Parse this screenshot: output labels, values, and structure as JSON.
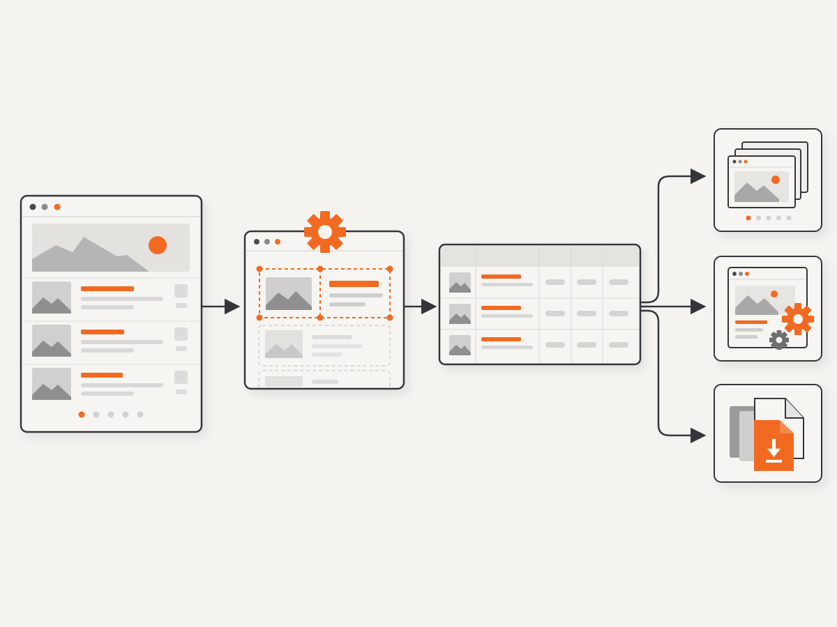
{
  "diagram": {
    "colors": {
      "background": "#f4f3f0",
      "panel": "#f6f5f2",
      "outline": "#34363a",
      "accent": "#f26a21",
      "accent_light": "#f58a4f",
      "gray_dark": "#8f8f8f",
      "gray_mid": "#b5b5b5",
      "gray_light": "#d9d9d9",
      "gray_faint": "#e6e5e2"
    },
    "stages": [
      {
        "name": "source-web-page",
        "icon": "webpage-list-icon"
      },
      {
        "name": "element-selection",
        "icon": "gear-icon"
      },
      {
        "name": "structured-table",
        "icon": "table-icon"
      }
    ],
    "outputs": [
      {
        "name": "image-gallery-output",
        "icon": "image-stack-icon"
      },
      {
        "name": "automation-output",
        "icon": "gear-icon"
      },
      {
        "name": "file-download-output",
        "icon": "download-icon"
      }
    ],
    "source_list_rows": 3,
    "table_rows": 3,
    "table_value_columns": 3,
    "source_pagination": {
      "pages": 5,
      "active": 1
    },
    "gallery_pagination": {
      "pages": 5,
      "active": 1
    }
  }
}
